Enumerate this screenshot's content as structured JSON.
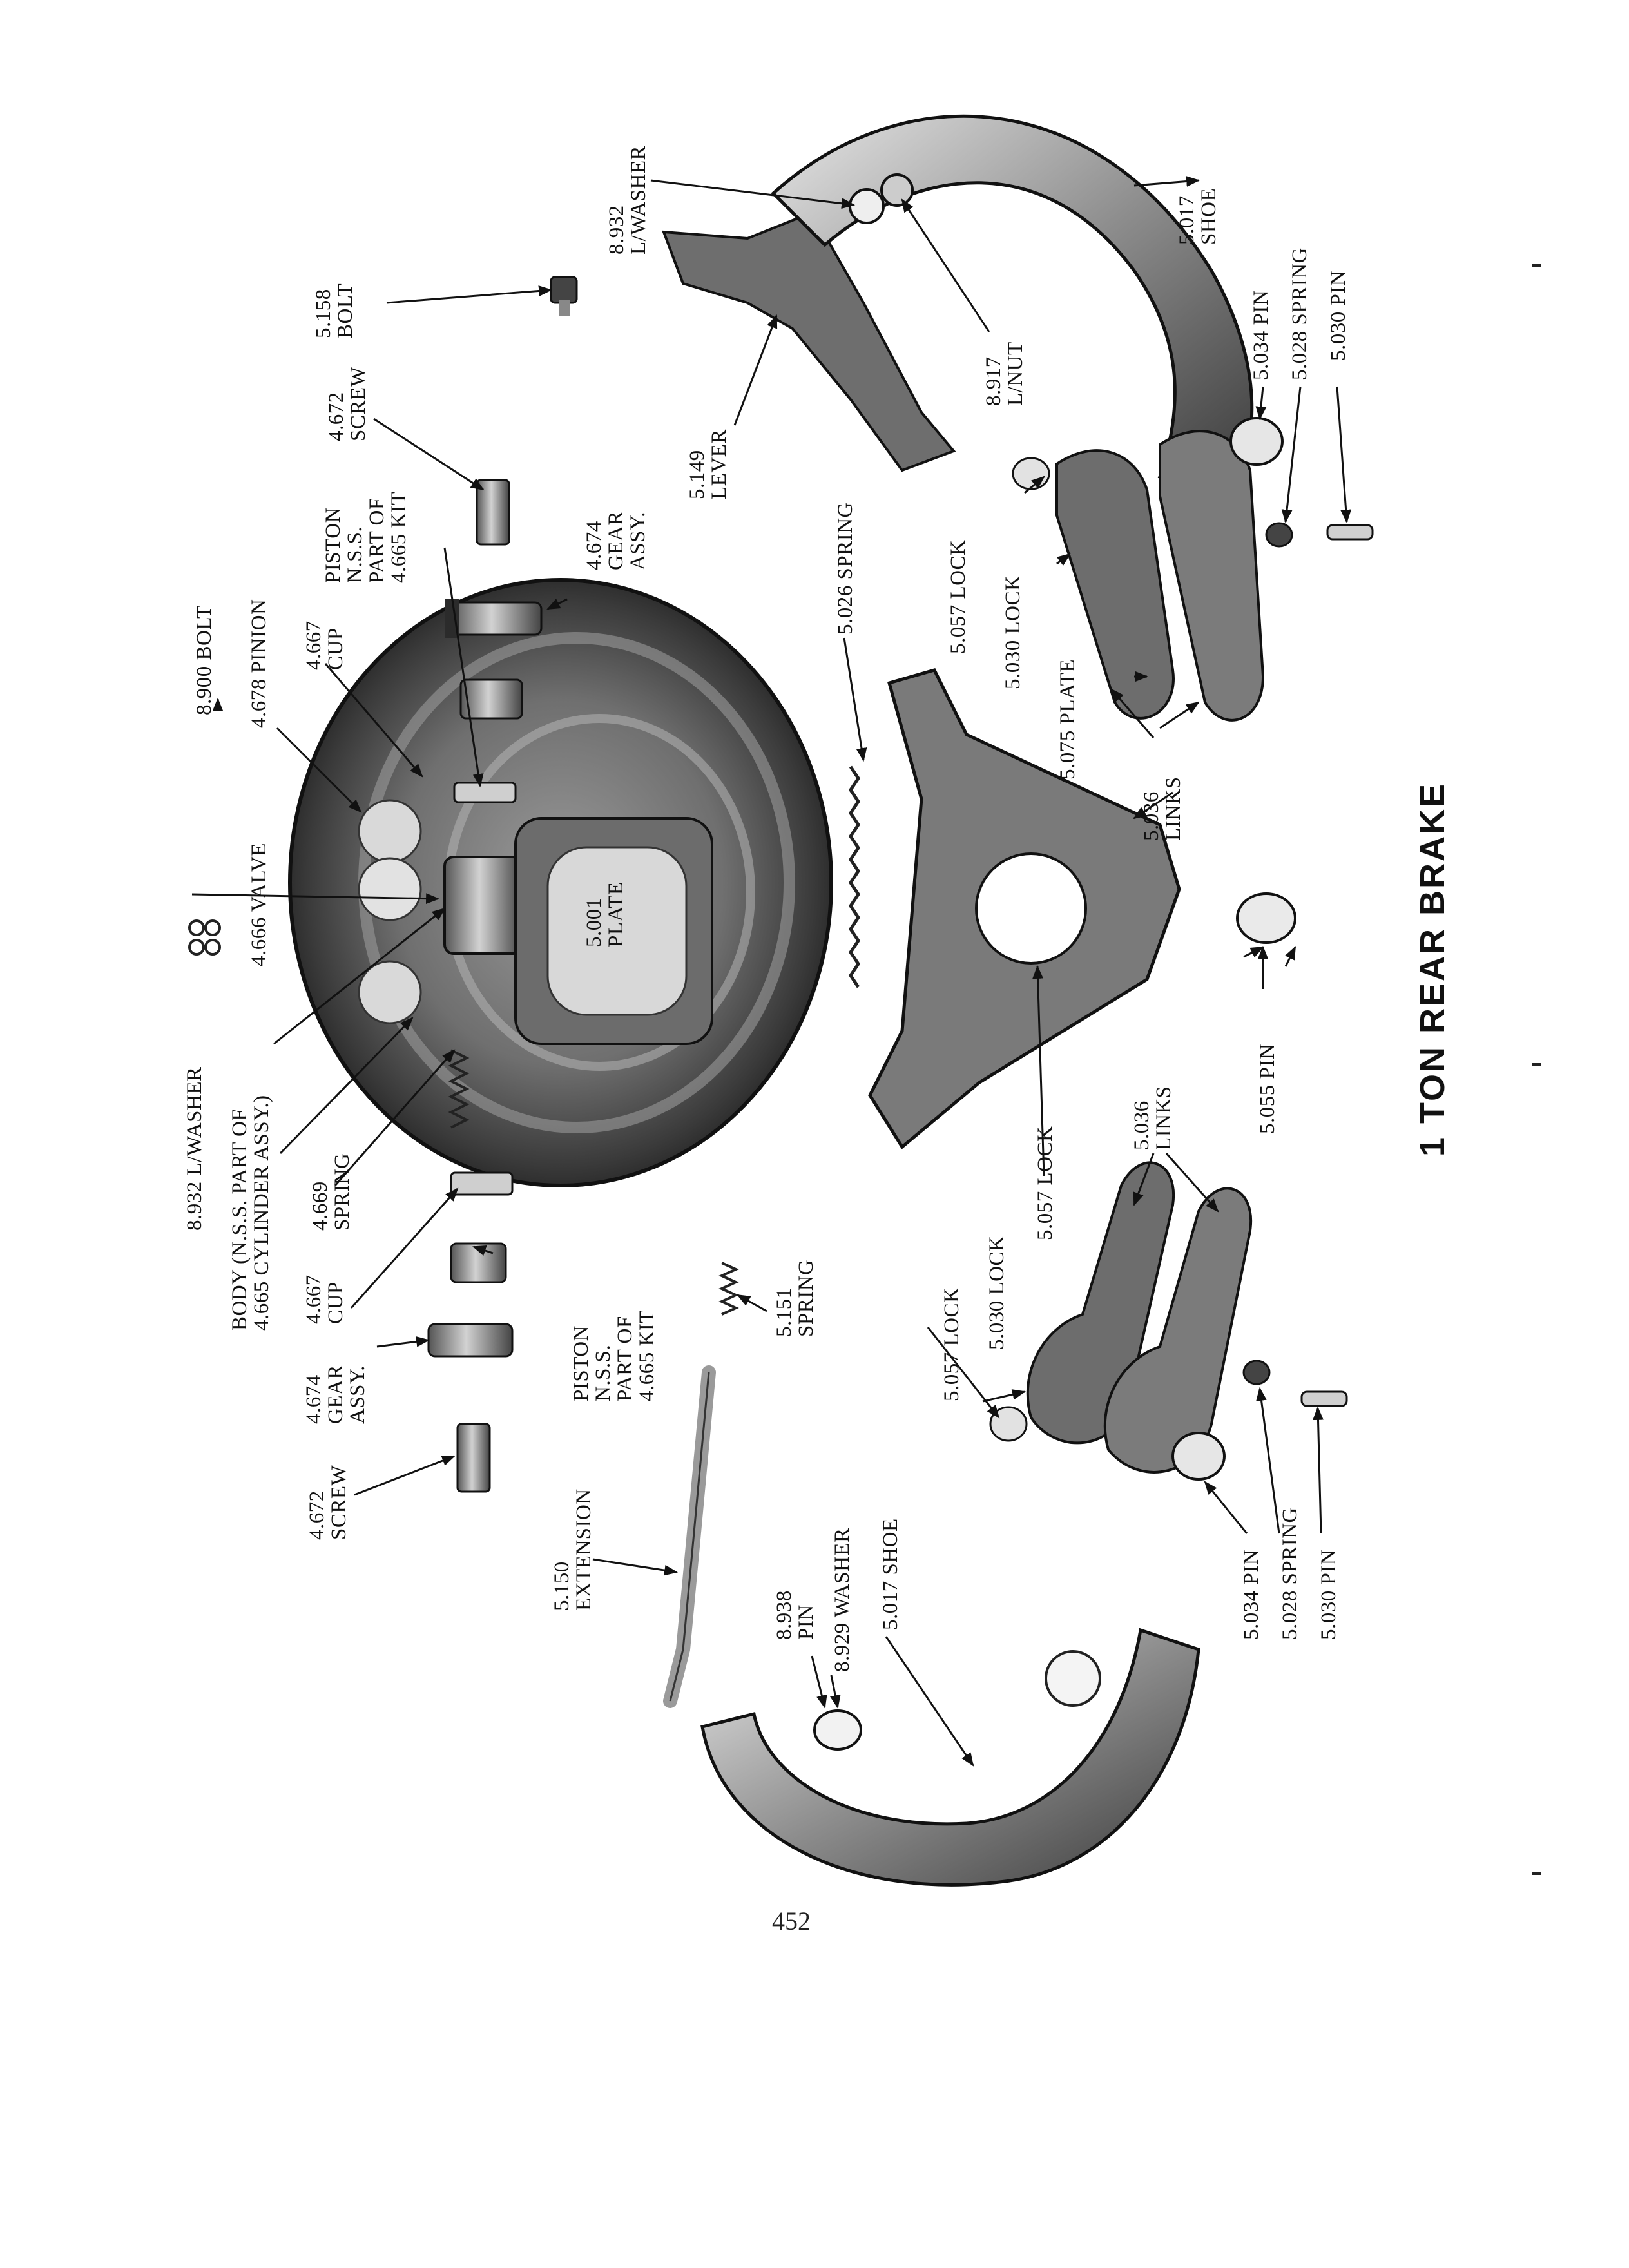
{
  "title": "1 TON REAR BRAKE",
  "page_number": "452",
  "colors": {
    "ink": "#111111",
    "metal_dark": "#2b2b2b",
    "metal_mid": "#8a8a8a",
    "metal_light": "#d7d7d7"
  },
  "labels": [
    {
      "id": "l-8932-lwasher-top",
      "name": "label-8932-l-washer-upper",
      "lines": [
        "8.932",
        "L/WASHER"
      ]
    },
    {
      "id": "l-5017-shoe-top",
      "name": "label-5017-shoe-upper",
      "lines": [
        "5.017",
        "SHOE"
      ]
    },
    {
      "id": "l-5158-bolt",
      "name": "label-5158-bolt",
      "lines": [
        "5.158",
        "BOLT"
      ]
    },
    {
      "id": "l-8917-lnut",
      "name": "label-8917-l-nut",
      "lines": [
        "8.917",
        "L/NUT"
      ]
    },
    {
      "id": "l-5149-lever",
      "name": "label-5149-lever",
      "lines": [
        "5.149",
        "LEVER"
      ]
    },
    {
      "id": "l-5034-pin-top",
      "name": "label-5034-pin-upper",
      "lines": [
        "5.034 PIN"
      ]
    },
    {
      "id": "l-5028-spring-top",
      "name": "label-5028-spring-upper",
      "lines": [
        "5.028 SPRING"
      ]
    },
    {
      "id": "l-5030-pin-top",
      "name": "label-5030-pin-upper",
      "lines": [
        "5.030 PIN"
      ]
    },
    {
      "id": "l-4672-screw-top",
      "name": "label-4672-screw-upper",
      "lines": [
        "4.672",
        "SCREW"
      ]
    },
    {
      "id": "l-piston-top",
      "name": "label-piston-upper",
      "lines": [
        "PISTON",
        "N.S.S.",
        "PART OF",
        "4.665 KIT"
      ]
    },
    {
      "id": "l-4674-gear-top",
      "name": "label-4674-gear-upper",
      "lines": [
        "4.674",
        "GEAR",
        "ASSY."
      ]
    },
    {
      "id": "l-5026-spring",
      "name": "label-5026-spring",
      "lines": [
        "5.026 SPRING"
      ]
    },
    {
      "id": "l-5057-lock-top",
      "name": "label-5057-lock-upper",
      "lines": [
        "5.057 LOCK"
      ]
    },
    {
      "id": "l-5030-lock-top",
      "name": "label-5030-lock-upper",
      "lines": [
        "5.030 LOCK"
      ]
    },
    {
      "id": "l-5075-plate",
      "name": "label-5075-plate",
      "lines": [
        "5.075 PLATE"
      ]
    },
    {
      "id": "l-5036-links-top",
      "name": "label-5036-links-upper",
      "lines": [
        "5.036",
        "LINKS"
      ]
    },
    {
      "id": "l-8900-bolt",
      "name": "label-8900-bolt",
      "lines": [
        "8.900 BOLT"
      ]
    },
    {
      "id": "l-4678-pinion",
      "name": "label-4678-pinion",
      "lines": [
        "4.678 PINION"
      ]
    },
    {
      "id": "l-4667-cup-top",
      "name": "label-4667-cup-upper",
      "lines": [
        "4.667",
        "CUP"
      ]
    },
    {
      "id": "l-4666-valve",
      "name": "label-4666-valve",
      "lines": [
        "4.666 VALVE"
      ]
    },
    {
      "id": "l-5001-plate",
      "name": "label-5001-plate",
      "lines": [
        "5.001",
        "PLATE"
      ]
    },
    {
      "id": "l-8932-lwasher-left",
      "name": "label-8932-l-washer-left",
      "lines": [
        "8.932 L/WASHER"
      ]
    },
    {
      "id": "l-body",
      "name": "label-body-cylinder",
      "lines": [
        "BODY (N.S.S. PART OF",
        "4.665 CYLINDER ASSY.)"
      ]
    },
    {
      "id": "l-4669-spring",
      "name": "label-4669-spring",
      "lines": [
        "4.669",
        "SPRING"
      ]
    },
    {
      "id": "l-4667-cup-bot",
      "name": "label-4667-cup-lower",
      "lines": [
        "4.667",
        "CUP"
      ]
    },
    {
      "id": "l-5055-pin",
      "name": "label-5055-pin",
      "lines": [
        "5.055 PIN"
      ]
    },
    {
      "id": "l-5057-lock-mid",
      "name": "label-5057-lock-middle",
      "lines": [
        "5.057 LOCK"
      ]
    },
    {
      "id": "l-5036-links-bot",
      "name": "label-5036-links-lower",
      "lines": [
        "5.036",
        "LINKS"
      ]
    },
    {
      "id": "l-5151-spring",
      "name": "label-5151-spring",
      "lines": [
        "5.151",
        "SPRING"
      ]
    },
    {
      "id": "l-piston-bot",
      "name": "label-piston-lower",
      "lines": [
        "PISTON",
        "N.S.S.",
        "PART OF",
        "4.665 KIT"
      ]
    },
    {
      "id": "l-5057-lock-bot",
      "name": "label-5057-lock-lower",
      "lines": [
        "5.057 LOCK"
      ]
    },
    {
      "id": "l-5030-lock-bot",
      "name": "label-5030-lock-lower",
      "lines": [
        "5.030 LOCK"
      ]
    },
    {
      "id": "l-4674-gear-bot",
      "name": "label-4674-gear-lower",
      "lines": [
        "4.674",
        "GEAR",
        "ASSY."
      ]
    },
    {
      "id": "l-4672-screw-bot",
      "name": "label-4672-screw-lower",
      "lines": [
        "4.672",
        "SCREW"
      ]
    },
    {
      "id": "l-5150-extension",
      "name": "label-5150-extension",
      "lines": [
        "5.150",
        "EXTENSION"
      ]
    },
    {
      "id": "l-8938-pin",
      "name": "label-8938-pin",
      "lines": [
        "8.938",
        "PIN"
      ]
    },
    {
      "id": "l-8929-washer",
      "name": "label-8929-washer",
      "lines": [
        "8.929 WASHER"
      ]
    },
    {
      "id": "l-5017-shoe-bot",
      "name": "label-5017-shoe-lower",
      "lines": [
        "5.017 SHOE"
      ]
    },
    {
      "id": "l-5034-pin-bot",
      "name": "label-5034-pin-lower",
      "lines": [
        "5.034 PIN"
      ]
    },
    {
      "id": "l-5028-spring-bot",
      "name": "label-5028-spring-lower",
      "lines": [
        "5.028 SPRING"
      ]
    },
    {
      "id": "l-5030-pin-bot",
      "name": "label-5030-pin-lower",
      "lines": [
        "5.030 PIN"
      ]
    }
  ]
}
